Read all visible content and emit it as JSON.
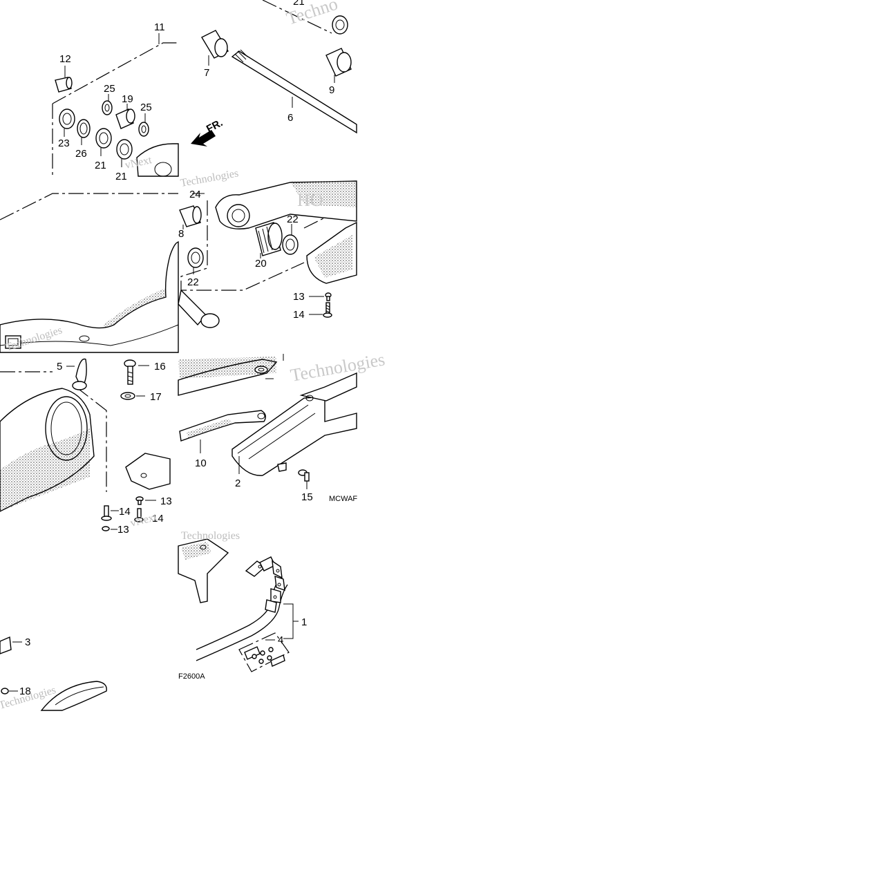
{
  "diagram": {
    "labels": {
      "l1": "1",
      "l2": "2",
      "l3": "3",
      "l4": "4",
      "l5": "5",
      "l6": "6",
      "l7": "7",
      "l8": "8",
      "l9": "9",
      "l10": "10",
      "l11": "11",
      "l12": "12",
      "l13a": "13",
      "l13b": "13",
      "l13c": "13",
      "l14a": "14",
      "l14b": "14",
      "l14c": "14",
      "l15": "15",
      "l16": "16",
      "l17": "17",
      "l18": "18",
      "l19": "19",
      "l20": "20",
      "l21a": "21",
      "l21b": "21",
      "l21c": "21",
      "l22a": "22",
      "l22b": "22",
      "l23": "23",
      "l24": "24",
      "l25a": "25",
      "l25b": "25",
      "l26": "26"
    },
    "direction_label": "FR.",
    "code_tiles": {
      "mid": "MCWAF",
      "bottom": "F2600A"
    },
    "watermarks": {
      "brand1": "vNext",
      "brand2": "Technologies",
      "brand3": "Techno",
      "oem": "HO"
    }
  }
}
